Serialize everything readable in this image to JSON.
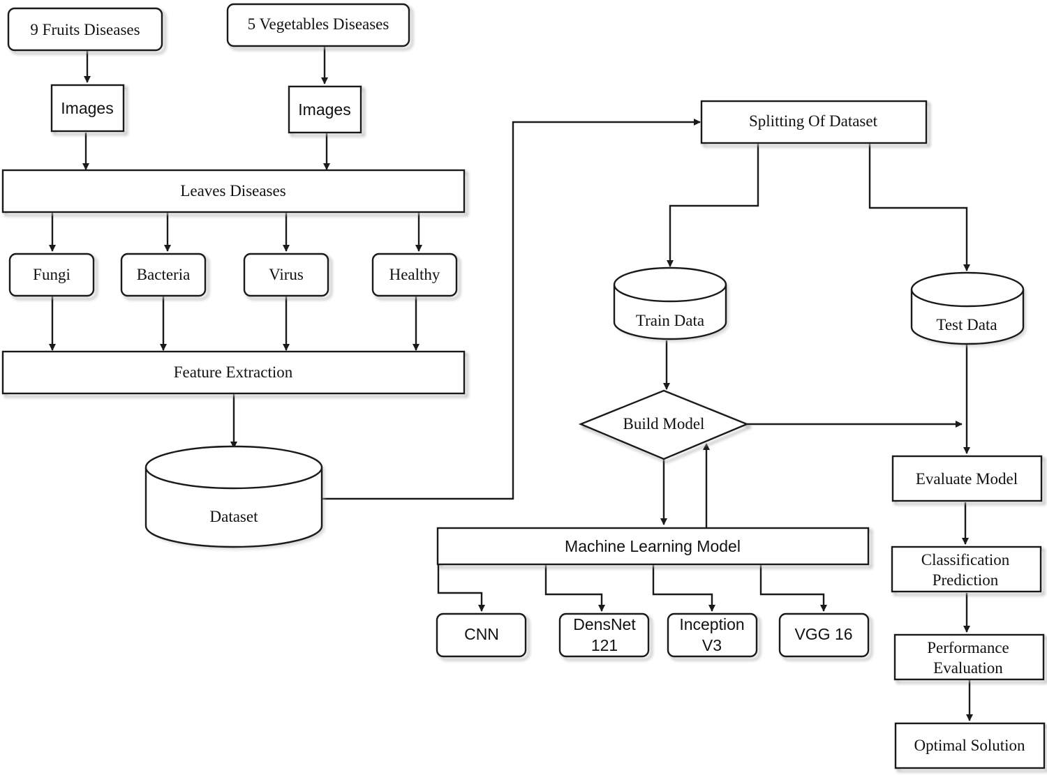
{
  "nodes": {
    "fruits": "9 Fruits Diseases",
    "vegetables": "5 Vegetables Diseases",
    "images_left": "Images",
    "images_right": "Images",
    "leaves": "Leaves Diseases",
    "fungi": "Fungi",
    "bacteria": "Bacteria",
    "virus": "Virus",
    "healthy": "Healthy",
    "feature": "Feature Extraction",
    "dataset": "Dataset",
    "splitting": "Splitting Of  Dataset",
    "train": "Train Data",
    "test": "Test Data",
    "build": "Build Model",
    "ml": "Machine Learning Model",
    "cnn": "CNN",
    "densnet": [
      "DensNet",
      "121"
    ],
    "inception": [
      "Inception",
      "V3"
    ],
    "vgg": "VGG 16",
    "evaluate": "Evaluate Model",
    "classification": [
      "Classification",
      "Prediction"
    ],
    "performance": [
      "Performance",
      "Evaluation"
    ],
    "optimal": "Optimal Solution"
  },
  "colors": {
    "stroke": "#1a1a1a",
    "fill": "#ffffff",
    "shadow": "#b8b8b8",
    "text": "#111111"
  }
}
